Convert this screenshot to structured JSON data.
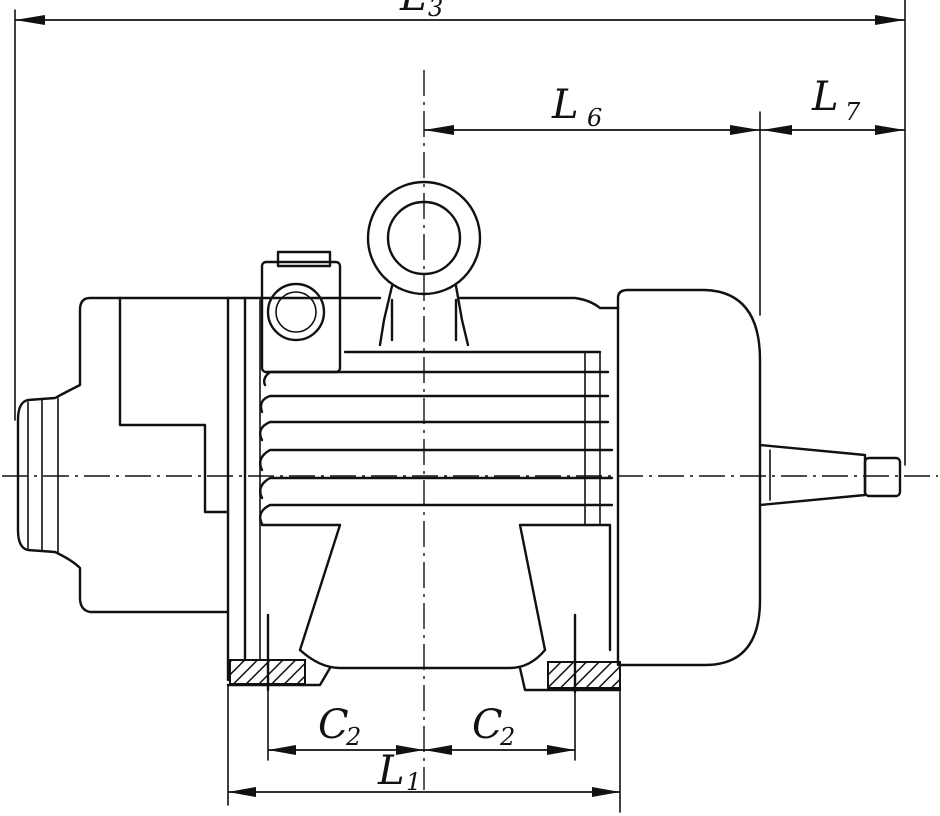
{
  "dimensions": {
    "overall": {
      "letter": "L",
      "sub": "3"
    },
    "l6": {
      "letter": "L",
      "sub": "6"
    },
    "l7": {
      "letter": "L",
      "sub": "7"
    },
    "c2_left": {
      "letter": "C",
      "sub": "2"
    },
    "c2_right": {
      "letter": "C",
      "sub": "2"
    },
    "l1": {
      "letter": "L",
      "sub": "1"
    }
  }
}
